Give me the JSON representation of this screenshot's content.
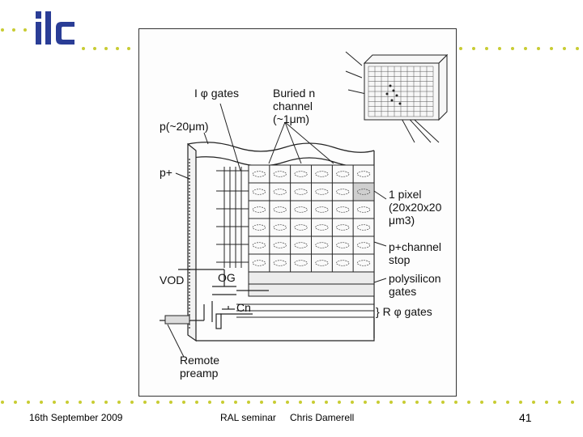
{
  "logo": {
    "text": "ilc",
    "color": "#2a3d96"
  },
  "colors": {
    "dot": "#c8cc33",
    "logo": "#2a3d96"
  },
  "labels": {
    "i_gates": "I φ gates",
    "buried_1": "Buried n",
    "buried_2": "channel",
    "buried_3": "(~1μm)",
    "p_thick": "p(~20μm)",
    "p_plus": "p+",
    "pixel_1": "1 pixel",
    "pixel_2": "(20x20x20",
    "pixel_3": "μm3)",
    "stop_1": "p+channel",
    "stop_2": "stop",
    "poly_1": "polysilicon",
    "poly_2": "gates",
    "vod": "VOD",
    "og": "OG",
    "cn": "Cn",
    "r_gates": "} R φ gates",
    "remote_1": "Remote",
    "remote_2": "preamp"
  },
  "footer": {
    "date": "16th September 2009",
    "seminar": "RAL seminar",
    "author": "Chris Damerell",
    "page": "41"
  }
}
